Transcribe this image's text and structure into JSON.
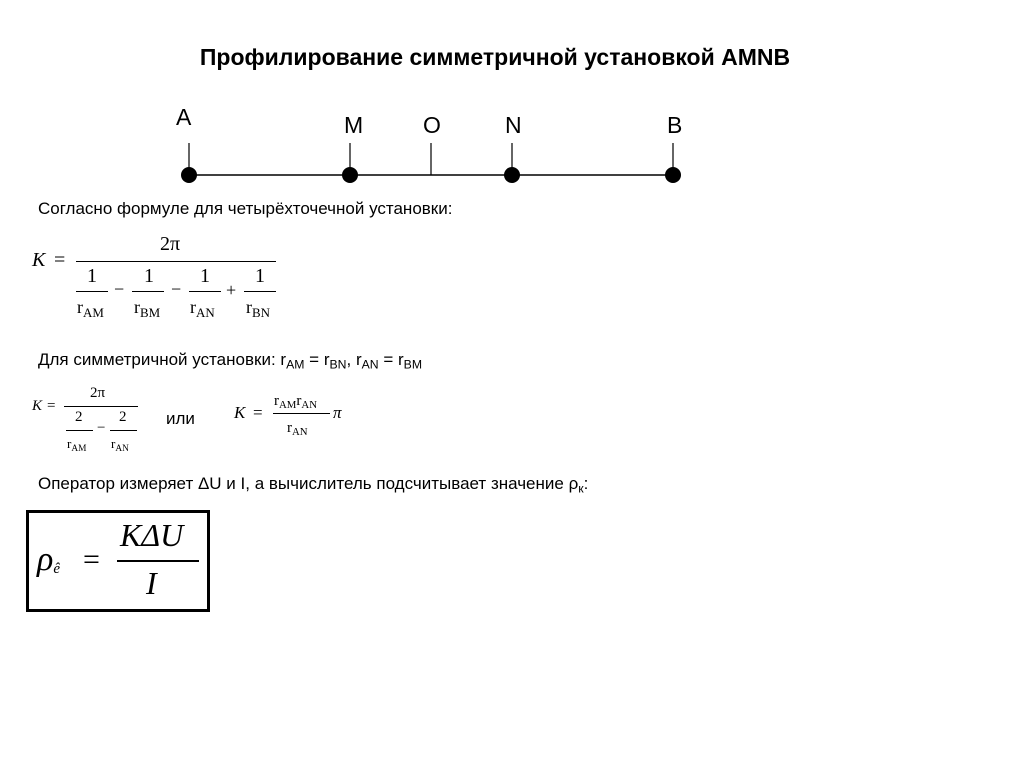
{
  "title": "Профилирование симметричной установкой AMNB",
  "electrodes": [
    {
      "label": "A"
    },
    {
      "label": "M"
    },
    {
      "label": "O"
    },
    {
      "label": "N"
    },
    {
      "label": "B"
    }
  ],
  "text1": "Согласно формуле для четырёхточечной установки:",
  "formula1": {
    "lhs": "K",
    "eq": "=",
    "numerator": "2π",
    "terms": [
      {
        "num": "1",
        "r": "r",
        "sub": "AM",
        "op_after": "−"
      },
      {
        "num": "1",
        "r": "r",
        "sub": "BM",
        "op_after": "−"
      },
      {
        "num": "1",
        "r": "r",
        "sub": "AN",
        "op_after": "+"
      },
      {
        "num": "1",
        "r": "r",
        "sub": "BN",
        "op_after": ""
      }
    ]
  },
  "text2": {
    "prefix": "Для симметричной установки: ",
    "r": "r",
    "s1": "AM",
    "eq1": " = ",
    "s2": "BN",
    "comma": ", ",
    "s3": "AN",
    "eq2": " = ",
    "s4": "BM"
  },
  "formula2": {
    "lhs": "K",
    "eq": "=",
    "numerator": "2π",
    "t1_num": "2",
    "t1_sub": "AM",
    "op": "−",
    "t2_num": "2",
    "t2_sub": "AN",
    "r": "r"
  },
  "ili": "или",
  "formula3": {
    "lhs": "K",
    "eq": "=",
    "r": "r",
    "num_sub1": "AM",
    "num_sub2": "AN",
    "den_sub": "AN",
    "pi": "π"
  },
  "text3": {
    "main": "Оператор измеряет ΔU и I, а вычислитель подсчитывает значение ρ",
    "sub": "к",
    "end": ":"
  },
  "formula4": {
    "rho": "ρ",
    "rho_sub": "ê",
    "eq": "=",
    "numerator": "KΔU",
    "denominator": "I"
  }
}
